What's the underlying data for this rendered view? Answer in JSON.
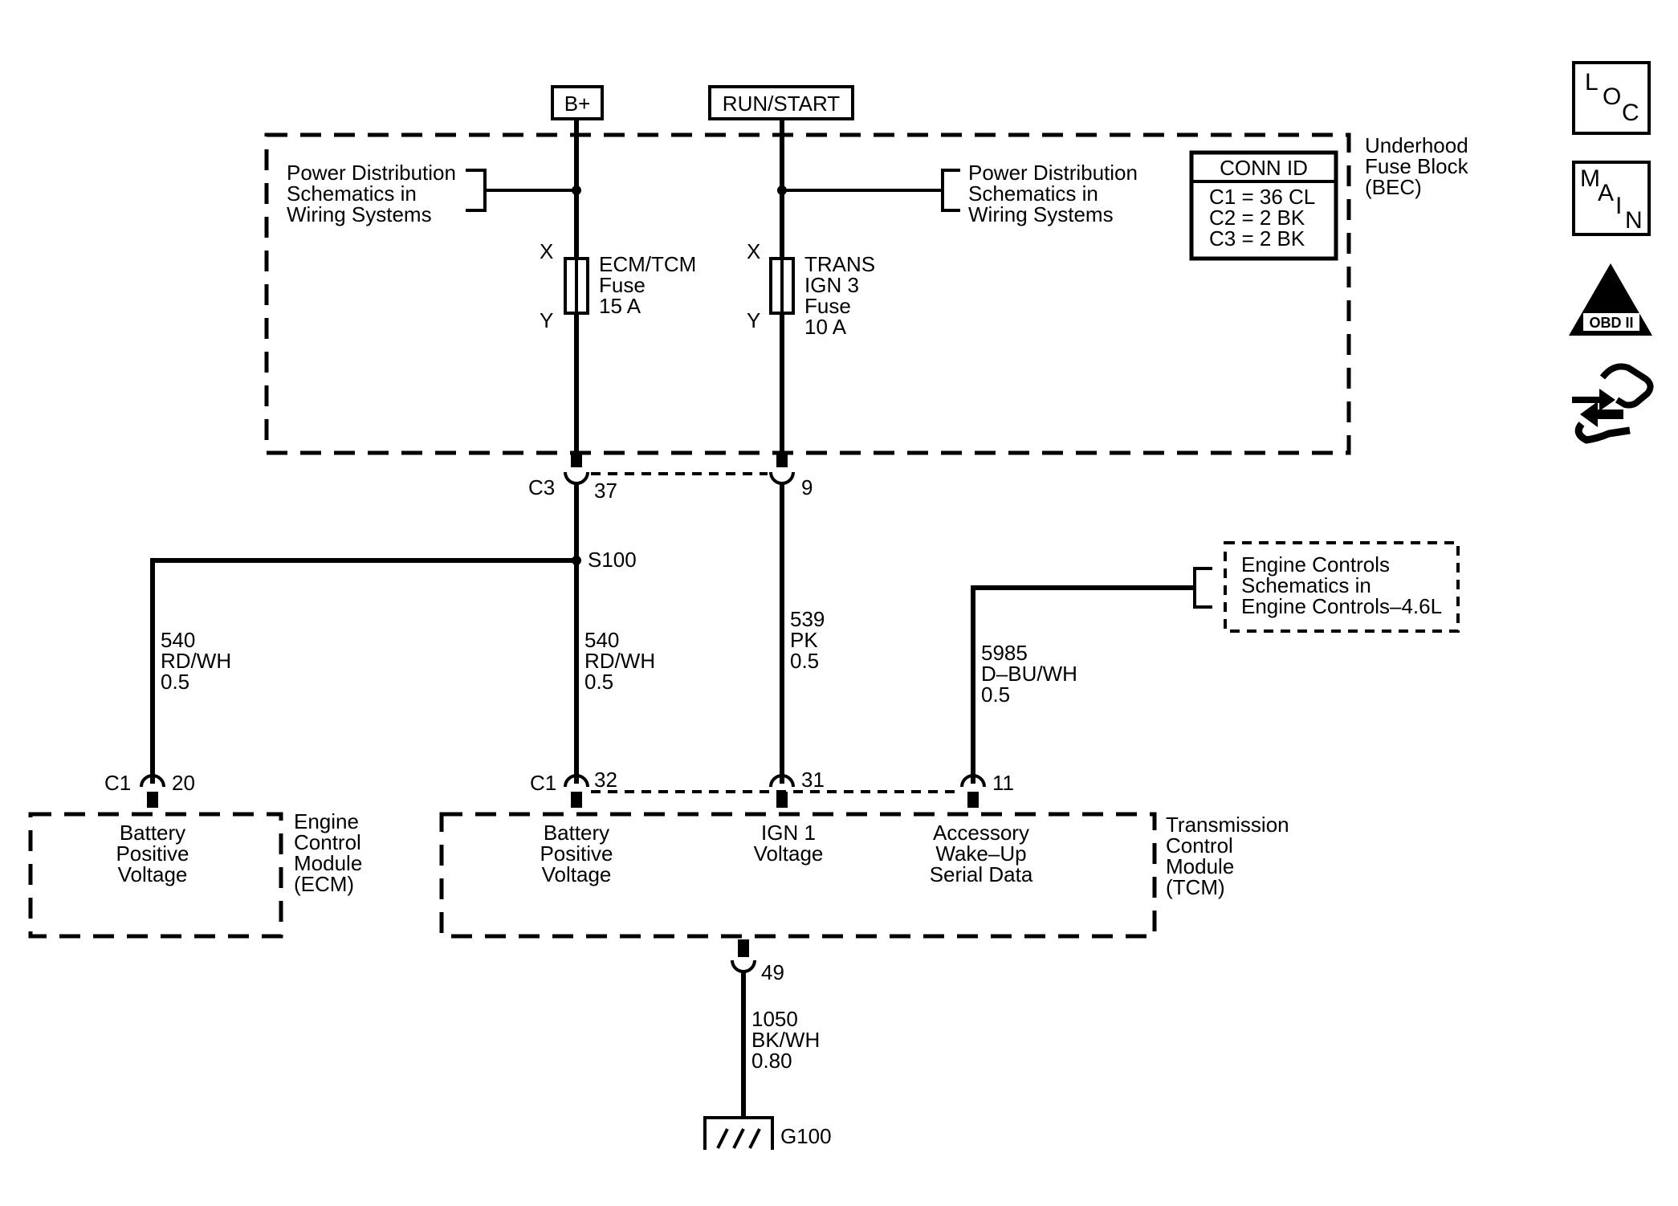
{
  "sources": {
    "bplus": "B+",
    "run_start": "RUN/START"
  },
  "fuse_block": {
    "name_lines": [
      "Underhood",
      "Fuse Block",
      "(BEC)"
    ],
    "left_ref_lines": [
      "Power Distribution",
      "Schematics in",
      "Wiring Systems"
    ],
    "right_ref_lines": [
      "Power Distribution",
      "Schematics in",
      "Wiring Systems"
    ],
    "conn_id": {
      "header": "CONN ID",
      "rows": [
        "C1 = 36 CL",
        "C2 = 2 BK",
        "C3 = 2 BK"
      ]
    },
    "fuse1": {
      "x": "X",
      "y": "Y",
      "lines": [
        "ECM/TCM",
        "Fuse",
        "15 A"
      ]
    },
    "fuse2": {
      "x": "X",
      "y": "Y",
      "lines": [
        "TRANS",
        "IGN 3",
        "Fuse",
        "10 A"
      ]
    }
  },
  "c3": {
    "connector": "C3",
    "pin1": "37",
    "pin2": "9"
  },
  "splice": "S100",
  "wires": {
    "ecm_540": [
      "540",
      "RD/WH",
      "0.5"
    ],
    "tcm_540": [
      "540",
      "RD/WH",
      "0.5"
    ],
    "w539": [
      "539",
      "PK",
      "0.5"
    ],
    "w5985": [
      "5985",
      "D–BU/WH",
      "0.5"
    ],
    "w1050": [
      "1050",
      "BK/WH",
      "0.80"
    ]
  },
  "engine_ref_lines": [
    "Engine Controls",
    "Schematics in",
    "Engine Controls–4.6L"
  ],
  "ecm": {
    "connector": "C1",
    "pin": "20",
    "pin_label_lines": [
      "Battery",
      "Positive",
      "Voltage"
    ],
    "name_lines": [
      "Engine",
      "Control",
      "Module",
      "(ECM)"
    ]
  },
  "tcm": {
    "connector": "C1",
    "pins": [
      "32",
      "31",
      "11"
    ],
    "pin1_lines": [
      "Battery",
      "Positive",
      "Voltage"
    ],
    "pin2_lines": [
      "IGN 1",
      "Voltage"
    ],
    "pin3_lines": [
      "Accessory",
      "Wake–Up",
      "Serial Data"
    ],
    "name_lines": [
      "Transmission",
      "Control",
      "Module",
      "(TCM)"
    ],
    "ground_pin": "49"
  },
  "ground": "G100",
  "side_icons": {
    "loc": [
      "L",
      "O",
      "C"
    ],
    "main": [
      "M",
      "A",
      "I",
      "N"
    ],
    "obd_roman": "II",
    "obd_label": "OBD II",
    "icon_names": [
      "loc-icon",
      "main-icon",
      "obd-ii-icon",
      "hand-arrows-icon"
    ]
  }
}
